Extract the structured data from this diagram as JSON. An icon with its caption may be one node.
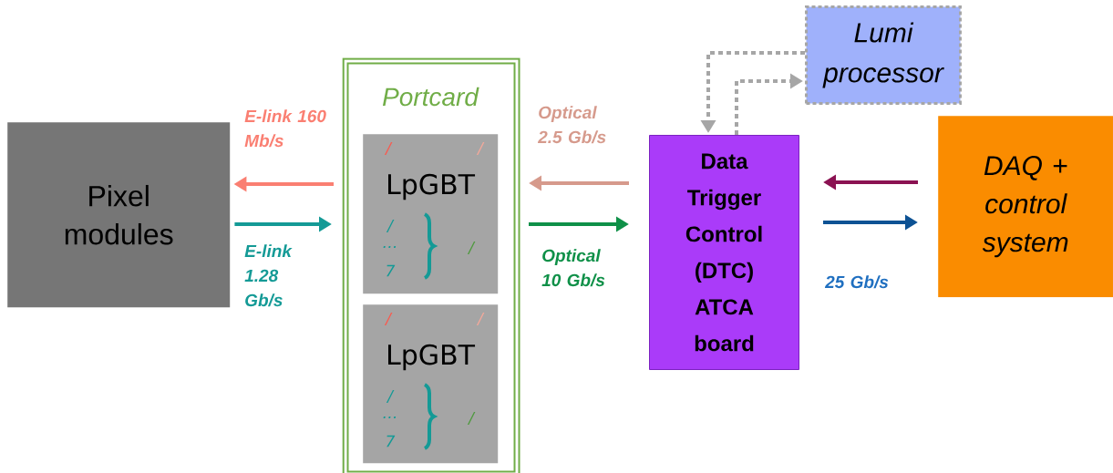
{
  "diagram": {
    "nodes": [
      {
        "text": [
          "Pixel modules"
        ]
      },
      {
        "text": [
          "Portcard"
        ]
      },
      {
        "text": [
          "/",
          "/",
          "LpGBT",
          "/",
          "…",
          "7",
          "/"
        ],
        "in": 1
      },
      {
        "text": [
          "/",
          "/",
          "LpGBT",
          "/",
          "…",
          "7",
          "/"
        ],
        "in": 1
      },
      {
        "text": [
          "Data Trigger Control (DTC) ATCA board"
        ]
      },
      {
        "text": [
          "Lumi processor"
        ]
      },
      {
        "text": [
          "DAQ + control system"
        ]
      }
    ],
    "edges": [
      {
        "from": 1,
        "to": 0,
        "arrow": "to",
        "label": "E-link 160 Mb/s",
        "color": "#fa7f72"
      },
      {
        "from": 0,
        "to": 1,
        "arrow": "to",
        "label": "E-link 1.28 Gb/s",
        "color": "#149a96"
      },
      {
        "from": 4,
        "to": 1,
        "arrow": "to",
        "label": "Optical 2.5 Gb/s",
        "color": "#d69a8c"
      },
      {
        "from": 1,
        "to": 4,
        "arrow": "to",
        "label": "Optical 10 Gb/s",
        "color": "#0f9048"
      },
      {
        "from": 6,
        "to": 4,
        "arrow": "to",
        "color": "#8b1252"
      },
      {
        "from": 4,
        "to": 6,
        "arrow": "to",
        "label": "25 Gb/s",
        "color": "#0d5294"
      },
      {
        "from": 5,
        "to": 4,
        "arrow": "to",
        "style": "dashed",
        "color": "#a6a6a6"
      },
      {
        "from": 4,
        "to": 5,
        "arrow": "to",
        "style": "dashed",
        "color": "#a6a6a6"
      }
    ]
  }
}
